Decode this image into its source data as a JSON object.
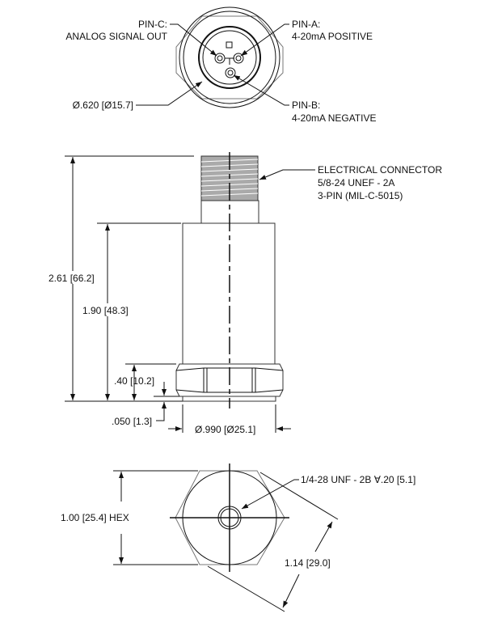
{
  "top_view": {
    "pin_c_label": "PIN-C:",
    "pin_c_desc": "ANALOG SIGNAL OUT",
    "pin_a_label": "PIN-A:",
    "pin_a_desc": "4-20mA POSITIVE",
    "pin_b_label": "PIN-B:",
    "pin_b_desc": "4-20mA NEGATIVE",
    "diameter": "Ø.620 [Ø15.7]"
  },
  "side_view": {
    "connector_line1": "ELECTRICAL CONNECTOR",
    "connector_line2": "5/8-24 UNEF - 2A",
    "connector_line3": "3-PIN (MIL-C-5015)",
    "overall_height": "2.61 [66.2]",
    "body_height": "1.90 [48.3]",
    "hex_height": ".40 [10.2]",
    "base_lip": ".050 [1.3]",
    "diameter": "Ø.990 [Ø25.1]"
  },
  "bottom_view": {
    "hex_flats": "1.00 [25.4] HEX",
    "hex_corners": "1.14 [29.0]",
    "thread_spec": "1/4-28 UNF - 2B ∀.20 [5.1]"
  }
}
